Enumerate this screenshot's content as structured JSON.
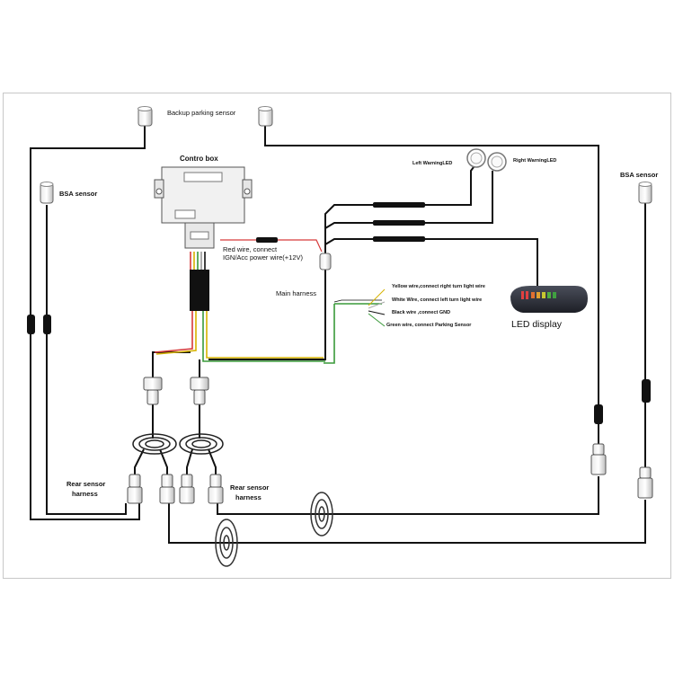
{
  "labels": {
    "backup_parking_sensor": "Backup parking sensor",
    "control_box": "Contro box",
    "bsa_left": "BSA sensor",
    "bsa_right": "BSA sensor",
    "left_warning_led": "Left WarningLED",
    "right_warning_led": "Right WarningLED",
    "red_wire_line1": "Red wire, connect",
    "red_wire_line2": "IGN/Acc power wire(+12V)",
    "main_harness": "Main harness",
    "yellow_wire": "Yellow wire,connect right turn light wire",
    "white_wire": "White Wire, connect left turn light wire",
    "black_wire": "Black wire ,connect GND",
    "green_wire": "Green wire, connect Parking Sensor",
    "led_display": "LED display",
    "rear_sensor_harness_left_1": "Rear sensor",
    "rear_sensor_harness_left_2": "harness",
    "rear_sensor_harness_right_1": "Rear sensor",
    "rear_sensor_harness_right_2": "harness"
  },
  "colors": {
    "wire": "#111111",
    "red_wire": "#d63a3a",
    "yellow_wire": "#d7b300",
    "green_wire": "#3a9a3a",
    "white_wire": "#bbbbbb",
    "display_body": "#2b2e38",
    "frame": "#c8c8c8"
  }
}
